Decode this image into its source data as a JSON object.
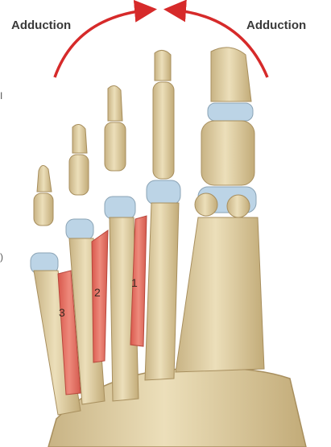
{
  "labels": {
    "adduction_left": "Adduction",
    "adduction_right": "Adduction"
  },
  "muscles": {
    "m1": "1",
    "m2": "2",
    "m3": "3"
  },
  "edge_marks": {
    "upper": "I",
    "lower": ")"
  },
  "colors": {
    "bone": "#e6d8b0",
    "bone_shadow": "#c4b080",
    "cartilage": "#bcd4e6",
    "muscle": "#e77a6e",
    "arrow": "#d62a2a"
  }
}
